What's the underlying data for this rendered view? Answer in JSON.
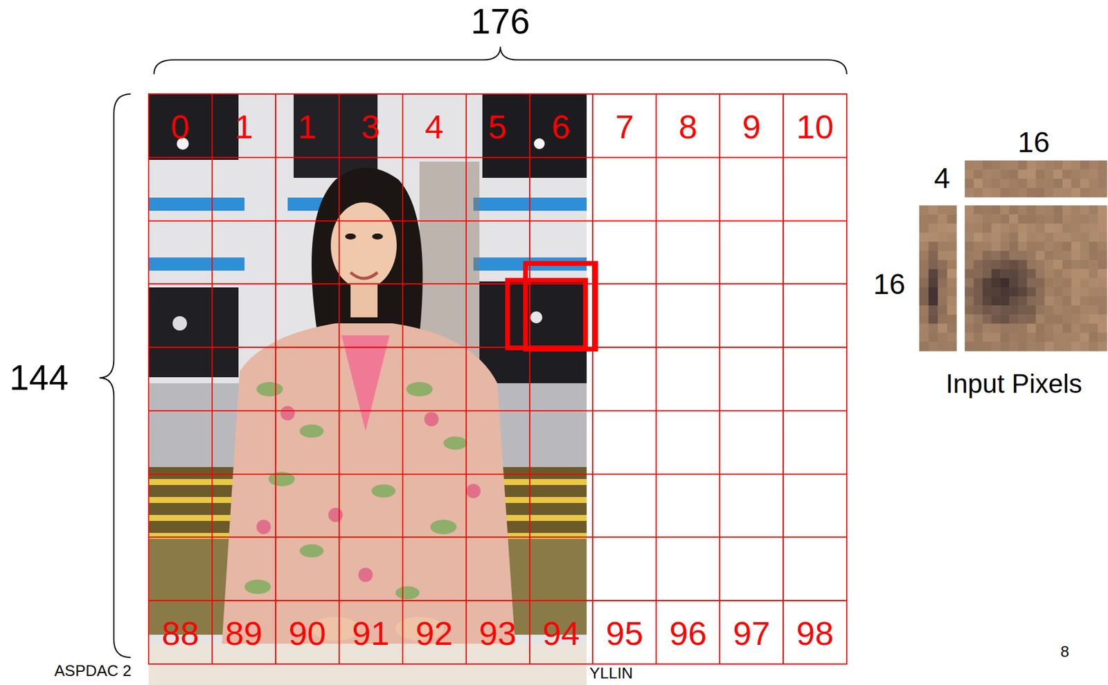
{
  "diagram": {
    "labels": [
      "176",
      "144",
      "0",
      "1",
      "1",
      "3",
      "4",
      "5",
      "6",
      "7",
      "8",
      "9",
      "10",
      "88",
      "89",
      "90",
      "91",
      "92",
      "93",
      "94",
      "95",
      "96",
      "97",
      "98",
      "16",
      "4",
      "16",
      "Input Pixels",
      "ASPDAC 2",
      "YLLIN",
      "8"
    ]
  }
}
